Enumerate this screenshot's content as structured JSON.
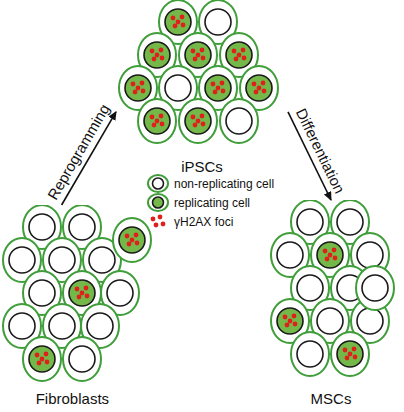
{
  "diagram": {
    "nodes": [
      {
        "text": [
          "iPSCs"
        ]
      },
      {
        "text": [
          "Fibroblasts"
        ]
      },
      {
        "text": [
          "MSCs"
        ]
      }
    ],
    "edges": [
      {
        "from": 1,
        "to": 0,
        "arrow": "to",
        "label": "Reprogramming"
      },
      {
        "from": 0,
        "to": 2,
        "arrow": "to",
        "label": "Differentiation"
      }
    ],
    "legend": [
      {
        "text": "non-replicating cell"
      },
      {
        "text": "replicating cell"
      },
      {
        "text": "γH2AX foci"
      }
    ]
  }
}
